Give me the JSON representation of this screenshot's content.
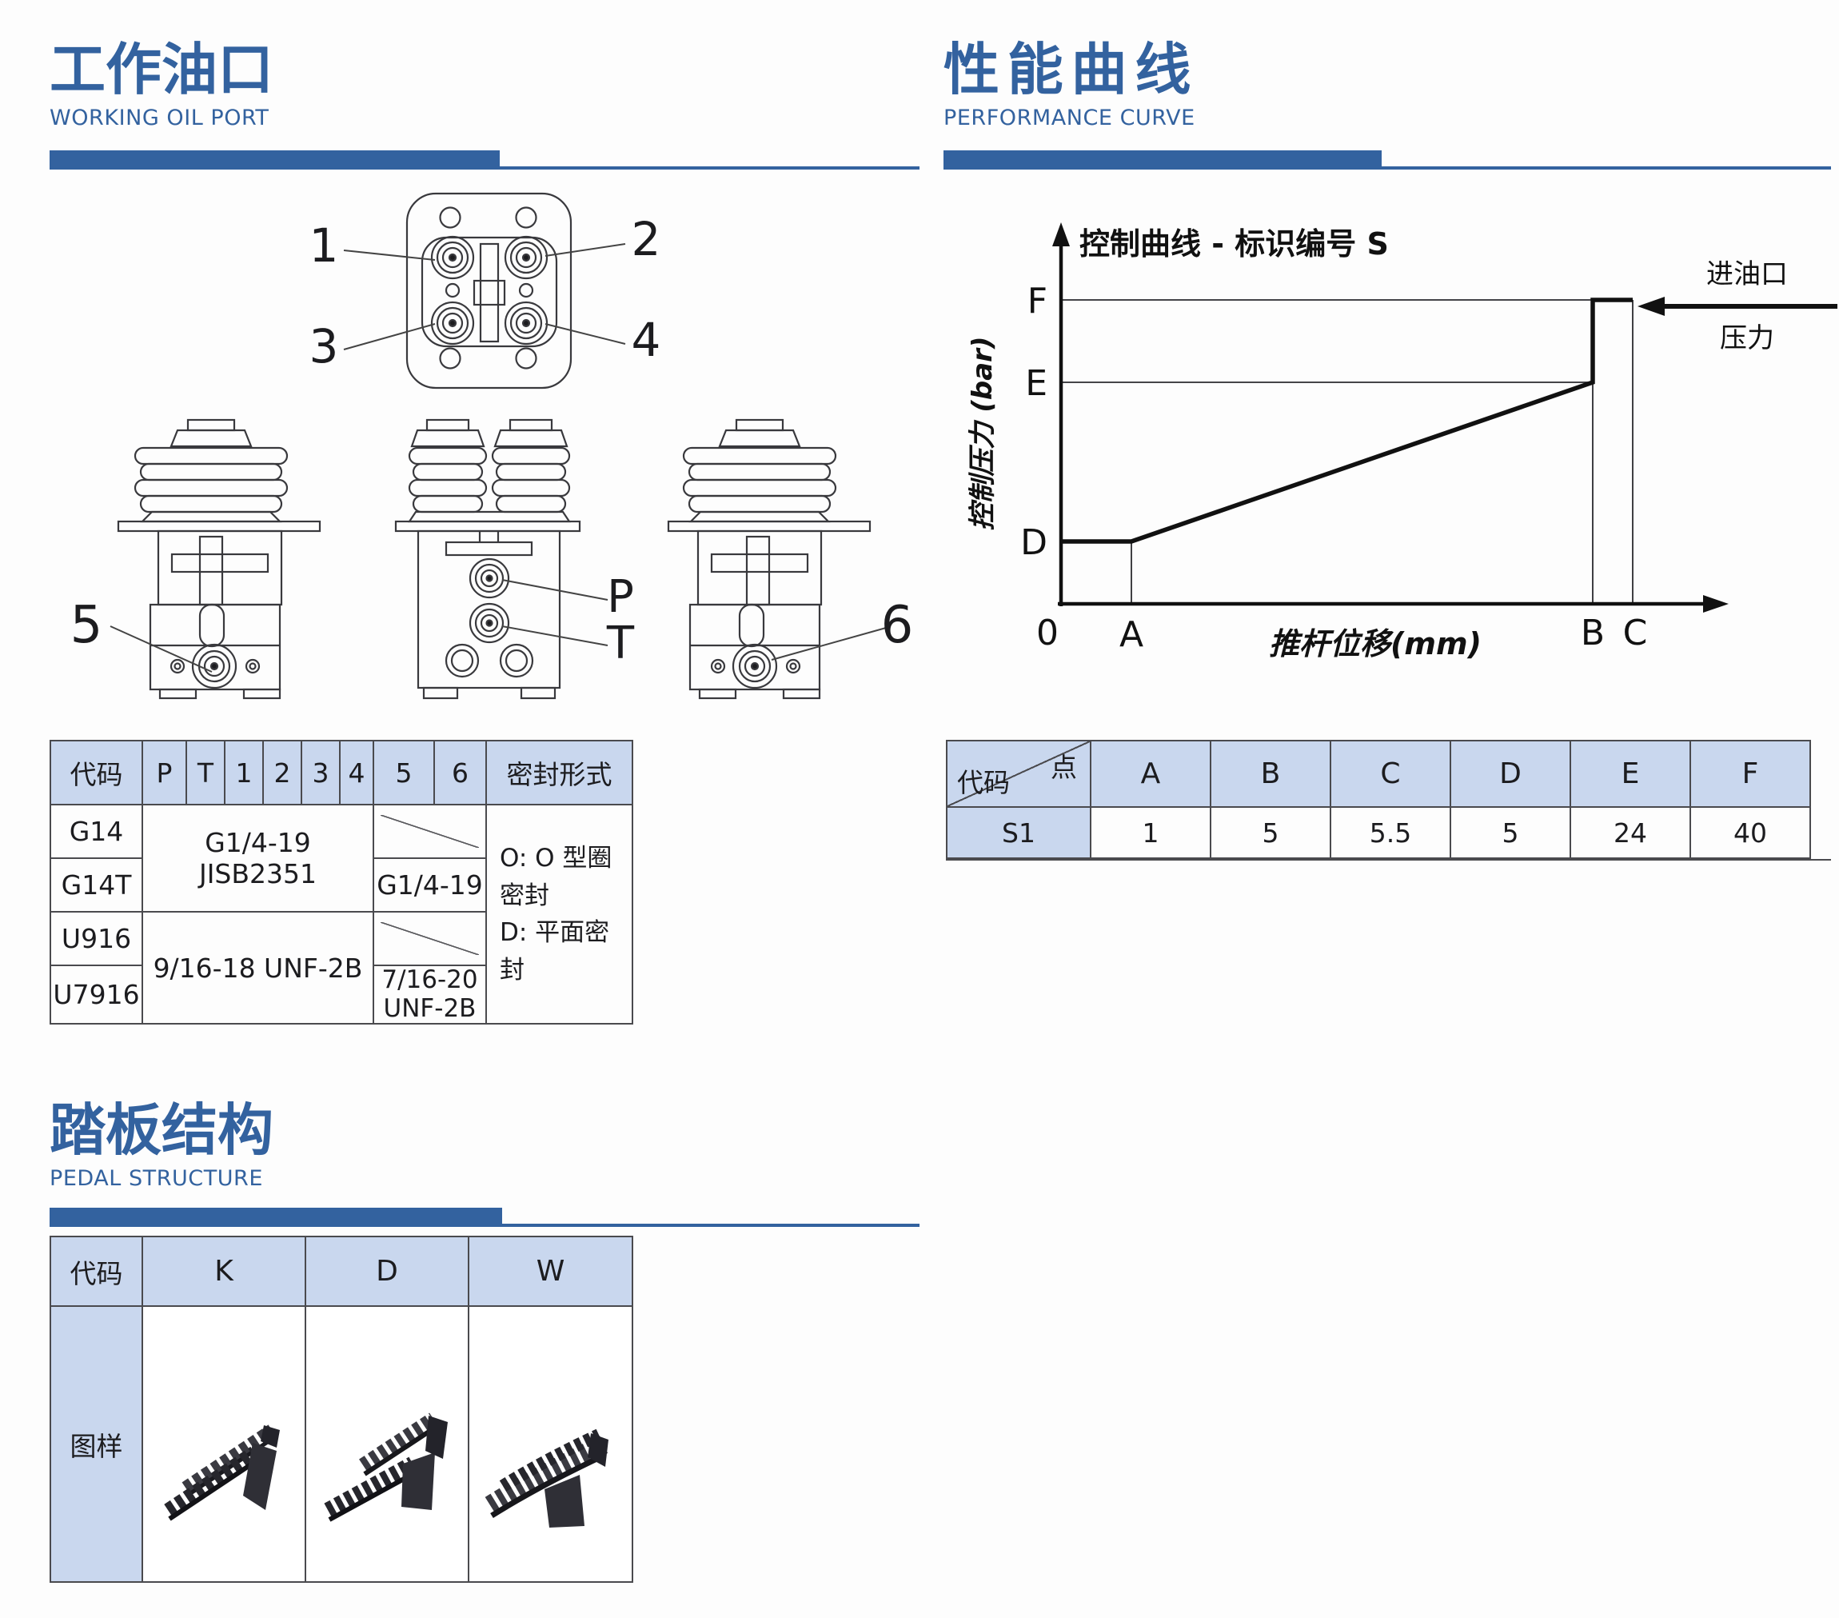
{
  "colors": {
    "accent": "#33629F",
    "table_header_fill": "#C9D7EE",
    "border": "#4a4a4e",
    "drawing_line": "#39393d"
  },
  "sections": {
    "working_oil_port": {
      "title_zh": "工作油口",
      "title_en": "WORKING OIL PORT"
    },
    "performance_curve": {
      "title_zh": "性能曲线",
      "title_en": "PERFORMANCE CURVE"
    },
    "pedal_structure": {
      "title_zh": "踏板结构",
      "title_en": "PEDAL STRUCTURE"
    }
  },
  "drawings": {
    "top_view_labels": {
      "n1": "1",
      "n2": "2",
      "n3": "3",
      "n4": "4"
    },
    "side_view_labels": {
      "n5": "5",
      "n6": "6",
      "p": "P",
      "t": "T"
    }
  },
  "ports_table": {
    "headers": [
      "代码",
      "P",
      "T",
      "1",
      "2",
      "3",
      "4",
      "5",
      "6",
      "密封形式"
    ],
    "codes": [
      "G14",
      "G14T",
      "U916",
      "U7916"
    ],
    "thread_g": "G1/4-19 JISB2351",
    "thread_u": "9/16-18 UNF-2B",
    "port56_g14t": "G1/4-19",
    "port56_u7916_line1": "7/16-20",
    "port56_u7916_line2": "UNF-2B",
    "seal_line1": "O: O 型圈密封",
    "seal_line2": "D: 平面密封"
  },
  "chart_data": {
    "type": "line",
    "title": "控制曲线 - 标识编号 S",
    "xlabel": "推杆位移(mm)",
    "ylabel": "控制压力 (bar)",
    "x_ticks": [
      "0",
      "A",
      "B",
      "C"
    ],
    "y_ticks": [
      "D",
      "E",
      "F"
    ],
    "inlet_note_line1": "进油口",
    "inlet_note_line2": "压力",
    "curve_points_symbolic": [
      [
        "0",
        "D"
      ],
      [
        "A",
        "D"
      ],
      [
        "B",
        "E"
      ],
      [
        "B",
        "F"
      ],
      [
        "C",
        "F"
      ]
    ],
    "reference_lines": [
      "F horizontal from axis to C",
      "E horizontal from axis to B",
      "vertical at A up to D",
      "vertical at B up to E",
      "vertical at C up to F"
    ],
    "point_values": {
      "A": 1,
      "B": 5,
      "C": 5.5,
      "D": 5,
      "E": 24,
      "F": 40
    },
    "legend_position": "none",
    "grid": false
  },
  "points_table": {
    "corner_top_label": "点",
    "corner_bottom_label": "代码",
    "columns": [
      "A",
      "B",
      "C",
      "D",
      "E",
      "F"
    ],
    "rows": [
      {
        "code": "S1",
        "values": [
          "1",
          "5",
          "5.5",
          "5",
          "24",
          "40"
        ]
      }
    ]
  },
  "pedal_table": {
    "code_header": "代码",
    "row_label": "图样",
    "columns": [
      "K",
      "D",
      "W"
    ]
  }
}
